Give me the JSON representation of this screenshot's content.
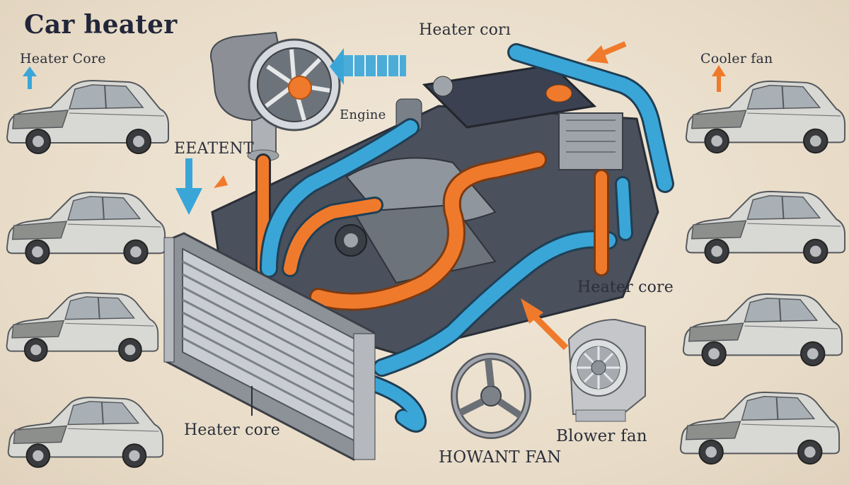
{
  "title": "Car heater",
  "labels": {
    "heater_core_top_left": "Heater Core",
    "heater_cor_top": "Heater corı",
    "cooler_fan": "Cooler fan",
    "engine": "Engine",
    "eeatent": "EEATENT",
    "heater_core_right": "Heater core",
    "heater_core_bottom": "Heater core",
    "howant_fan": "HOWANT FAN",
    "blower_fan": "Blower fan"
  },
  "colors": {
    "background": "#eee2d0",
    "coolant_blue": "#3aa6d8",
    "hot_orange": "#f07a2c",
    "engine_dark": "#3b4150",
    "radiator_silver": "#c9ccd1"
  },
  "icons": [
    "blower-fan-icon",
    "radiator-icon",
    "engine-icon",
    "steering-fan-icon",
    "car-icon",
    "arrow-icon"
  ]
}
